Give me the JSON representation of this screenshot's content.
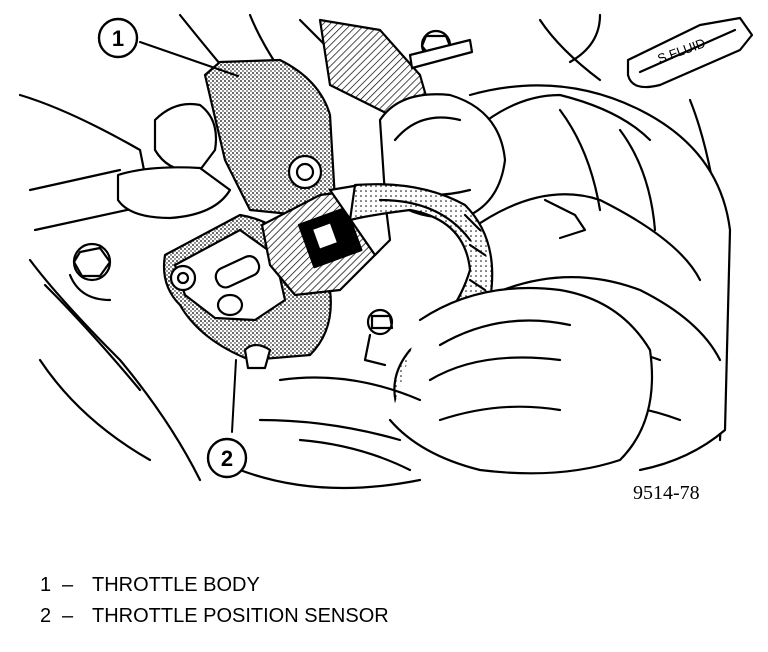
{
  "callouts": [
    {
      "number": "1"
    },
    {
      "number": "2"
    }
  ],
  "figure_number": "9514-78",
  "partial_label": "S FLUID",
  "legend": [
    {
      "number": "1",
      "dash": "–",
      "text": "THROTTLE BODY"
    },
    {
      "number": "2",
      "dash": "–",
      "text": "THROTTLE POSITION SENSOR"
    }
  ]
}
